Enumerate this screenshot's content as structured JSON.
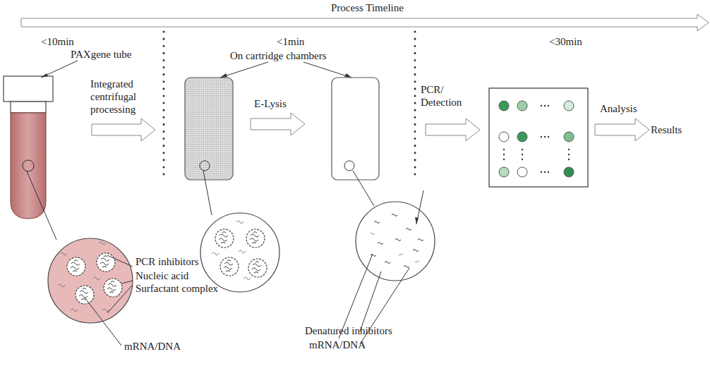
{
  "diagram": {
    "title": "Process Timeline",
    "labels": [
      "<10min",
      "<1min",
      "<30min",
      "PAXgene tube",
      "Integrated centrifugal processing",
      "On cartridge chambers",
      "E-Lysis",
      "PCR/ Detection",
      "Analysis",
      "Results",
      "PCR inhibitors",
      "Nucleic acid Surfactant complex",
      "mRNA/DNA",
      "Denatured inhibitors",
      "mRNA/DNA"
    ]
  }
}
